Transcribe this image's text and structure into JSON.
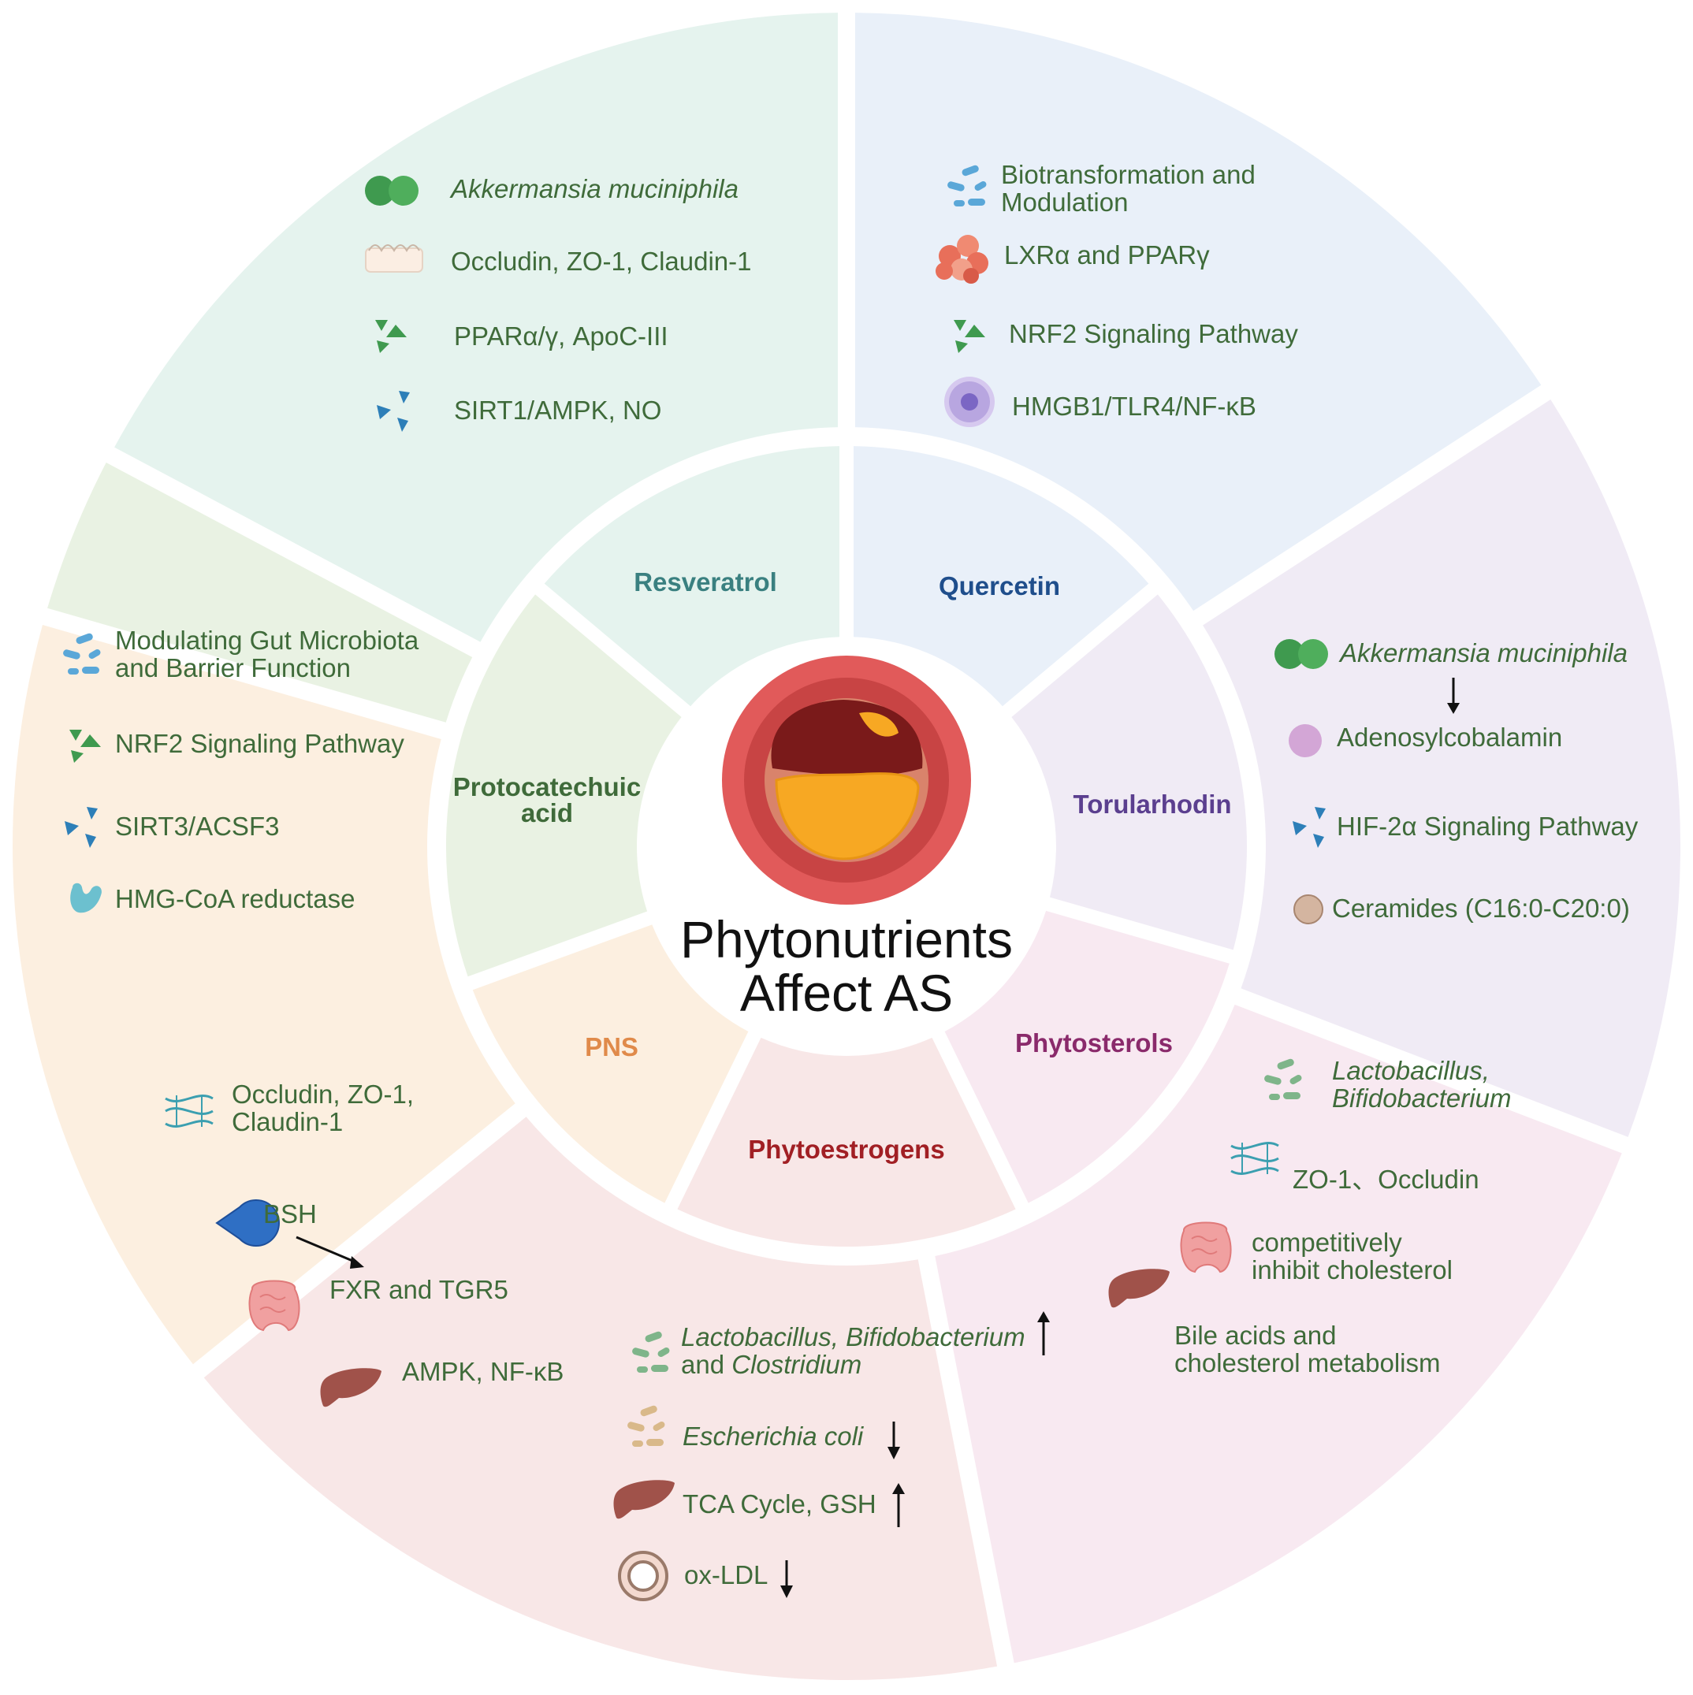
{
  "center": {
    "title_line1": "Phytonutrients",
    "title_line2": "Affect AS"
  },
  "colors": {
    "resveratrol": "#e5f3ee",
    "quercetin": "#e9f0f9",
    "torularhodin": "#f0ebf5",
    "phytosterols": "#f8e9f1",
    "phytoestrogens": "#f8e7e7",
    "pns": "#fcefe0",
    "protocatechuic": "#e9f2e3",
    "item_text": "#3f6b3a",
    "vessel_outer": "#e15a5a",
    "plaque": "#7a1a1a",
    "lipid": "#f7a823"
  },
  "sectors": [
    {
      "key": "resveratrol",
      "label": "Resveratrol",
      "label_color": "#3a8080",
      "items": [
        {
          "icon": "akkermansia-icon",
          "text": "Akkermansia muciniphila",
          "italic": true
        },
        {
          "icon": "tight-junction-icon",
          "text": "Occludin, ZO-1, Claudin-1"
        },
        {
          "icon": "green-triangles-icon",
          "text": "PPARα/γ, ApoC-III"
        },
        {
          "icon": "blue-triangles-icon",
          "text": "SIRT1/AMPK, NO"
        }
      ]
    },
    {
      "key": "quercetin",
      "label": "Quercetin",
      "label_color": "#1f4e8c",
      "items": [
        {
          "icon": "bacteria-blue-icon",
          "line1": "Biotransformation and",
          "line2": "Modulation"
        },
        {
          "icon": "cell-cluster-icon",
          "text": "LXRα and PPARγ"
        },
        {
          "icon": "green-triangles-icon",
          "text": "NRF2 Signaling Pathway"
        },
        {
          "icon": "immune-cell-icon",
          "text": "HMGB1/TLR4/NF-κB"
        }
      ]
    },
    {
      "key": "torularhodin",
      "label": "Torularhodin",
      "label_color": "#5b3f8f",
      "items": [
        {
          "icon": "akkermansia-icon",
          "text": "Akkermansia muciniphila",
          "italic": true
        },
        {
          "icon": "purple-sphere-icon",
          "text": "Adenosylcobalamin"
        },
        {
          "icon": "blue-triangles-icon",
          "text": "HIF-2α Signaling Pathway"
        },
        {
          "icon": "tan-sphere-icon",
          "text": "Ceramides (C16:0-C20:0)"
        }
      ]
    },
    {
      "key": "phytosterols",
      "label": "Phytosterols",
      "label_color": "#8a2a6b",
      "items": [
        {
          "icon": "bacteria-green-icon",
          "line1": "Lactobacillus,",
          "line2": "Bifidobacterium",
          "italic": true
        },
        {
          "icon": "tight-junction-icon",
          "text": "ZO-1、Occludin"
        },
        {
          "icon": "intestine-icon",
          "line1": "competitively",
          "line2": "inhibit cholesterol"
        },
        {
          "icon": "liver-icon",
          "line1": "Bile acids and",
          "line2": "cholesterol metabolism"
        }
      ]
    },
    {
      "key": "phytoestrogens",
      "label": "Phytoestrogens",
      "label_color": "#a11f24",
      "items": [
        {
          "icon": "bacteria-green-icon",
          "line1_a": "Lactobacillus, Bifidobacterium",
          "line2_a": "and ",
          "line2_b": "Clostridium"
        },
        {
          "icon": "bacteria-tan-icon",
          "text": "Escherichia coli",
          "italic": true
        },
        {
          "icon": "liver-icon",
          "text": "TCA Cycle, GSH"
        },
        {
          "icon": "ox-ldl-icon",
          "text": "ox-LDL"
        }
      ]
    },
    {
      "key": "pns",
      "label": "PNS",
      "label_color": "#e08a4a",
      "items": [
        {
          "icon": "tight-junction-icon",
          "line1": "Occludin, ZO-1,",
          "line2": "Claudin-1"
        },
        {
          "icon": "bsh-enzyme-icon",
          "text": "BSH"
        },
        {
          "icon": "intestine-icon",
          "text": "FXR and TGR5"
        },
        {
          "icon": "liver-icon",
          "text": "AMPK, NF-κB"
        }
      ]
    },
    {
      "key": "protocatechuic",
      "label_line1": "Protocatechuic",
      "label_line2": "acid",
      "label_color": "#3f6b3a",
      "items": [
        {
          "icon": "bacteria-blue-icon",
          "line1": "Modulating Gut Microbiota",
          "line2": "and Barrier Function"
        },
        {
          "icon": "green-triangles-icon",
          "text": "NRF2 Signaling Pathway"
        },
        {
          "icon": "blue-triangles-icon",
          "text": "SIRT3/ACSF3"
        },
        {
          "icon": "enzyme-icon",
          "text": "HMG-CoA reductase"
        }
      ]
    }
  ]
}
